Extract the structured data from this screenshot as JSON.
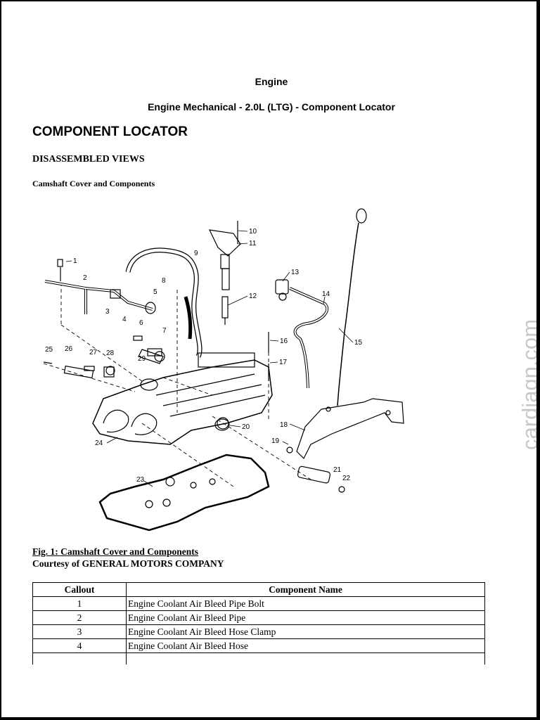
{
  "header": {
    "section": "Engine",
    "subtitle": "Engine Mechanical - 2.0L (LTG) - Component Locator"
  },
  "main_title": "COMPONENT LOCATOR",
  "subsection": "DISASSEMBLED VIEWS",
  "figure_heading": "Camshaft Cover and Components",
  "figure": {
    "callouts": [
      "1",
      "2",
      "3",
      "4",
      "5",
      "6",
      "7",
      "8",
      "9",
      "10",
      "11",
      "12",
      "13",
      "14",
      "15",
      "16",
      "17",
      "18",
      "19",
      "20",
      "21",
      "22",
      "23",
      "24",
      "25",
      "26",
      "27",
      "28",
      "29"
    ]
  },
  "watermark": "cardiagn.com",
  "caption": {
    "fig_label": "Fig. 1: Camshaft Cover and Components",
    "courtesy": "Courtesy of GENERAL MOTORS COMPANY"
  },
  "table": {
    "headers": [
      "Callout",
      "Component Name"
    ],
    "rows": [
      [
        "1",
        "Engine Coolant Air Bleed Pipe Bolt"
      ],
      [
        "2",
        "Engine Coolant Air Bleed Pipe"
      ],
      [
        "3",
        "Engine Coolant Air Bleed Hose Clamp"
      ],
      [
        "4",
        "Engine Coolant Air Bleed Hose"
      ]
    ]
  }
}
